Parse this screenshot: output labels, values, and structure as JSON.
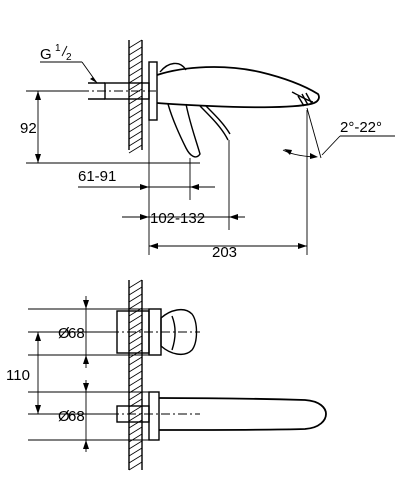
{
  "dimensions": {
    "thread_g": "G",
    "thread_num": "1",
    "thread_den": "2",
    "height_92": "92",
    "depth_61_91": "61-91",
    "depth_102_132": "102-132",
    "length_203": "203",
    "angle": "2°-22°",
    "dia_top": "68",
    "dia_bottom": "68",
    "diameter_symbol": "Ø",
    "spacing_110": "110"
  }
}
